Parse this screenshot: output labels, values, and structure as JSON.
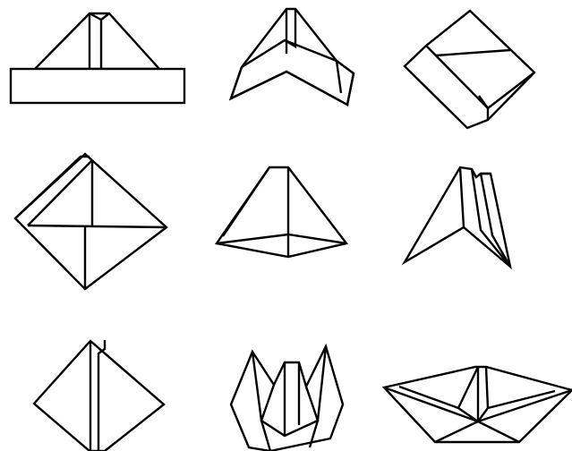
{
  "diagram": {
    "type": "origami-boat-folding-steps",
    "steps": [
      {
        "name": "step-1-hat"
      },
      {
        "name": "step-2-tilted-hat"
      },
      {
        "name": "step-3-diamond-with-flaps"
      },
      {
        "name": "step-4-diamond-folded"
      },
      {
        "name": "step-5-pyramid"
      },
      {
        "name": "step-6-folded-triangle"
      },
      {
        "name": "step-7-diamond-with-spine"
      },
      {
        "name": "step-8-opened-boat"
      },
      {
        "name": "step-9-finished-boat"
      }
    ]
  }
}
